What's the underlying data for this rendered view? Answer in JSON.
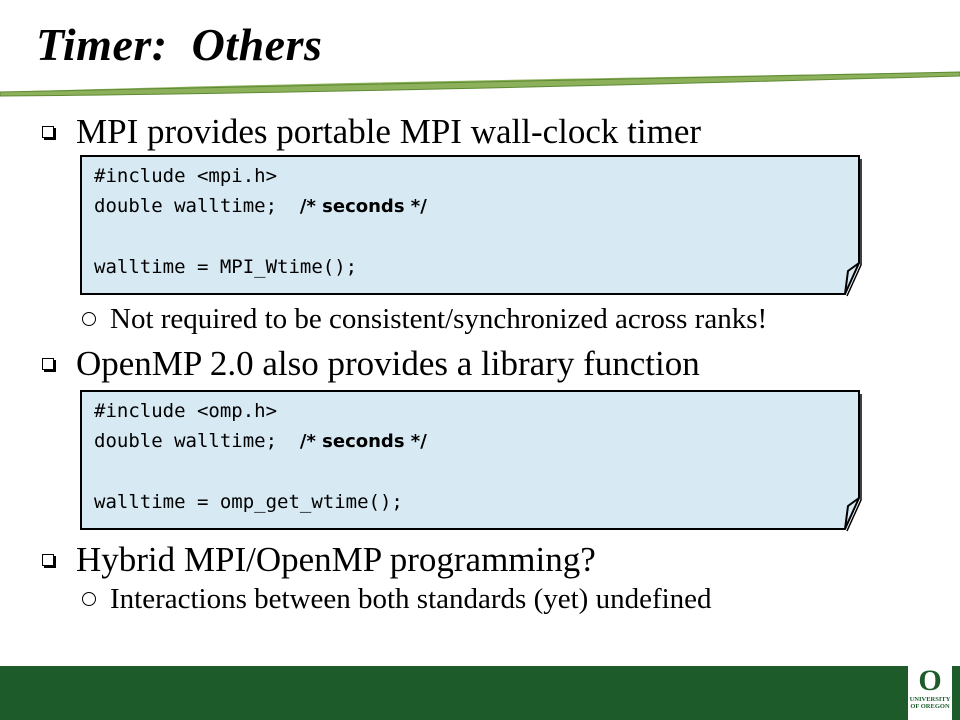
{
  "slide": {
    "title": "Timer:  Others"
  },
  "bullets": [
    {
      "text": "MPI provides portable MPI wall-clock timer",
      "code": {
        "line1": "#include <mpi.h>",
        "line2_code": "double walltime;  ",
        "line2_comment": "/* seconds */",
        "line3": "walltime = MPI_Wtime();"
      },
      "sub": "Not required to be consistent/synchronized across ranks!"
    },
    {
      "text": "OpenMP 2.0 also provides a library function",
      "code": {
        "line1": "#include <omp.h>",
        "line2_code": "double walltime;  ",
        "line2_comment": "/* seconds */",
        "line3": "walltime = omp_get_wtime();"
      }
    },
    {
      "text": "Hybrid MPI/OpenMP programming?",
      "sub": "Interactions between both standards (yet) undefined"
    }
  ],
  "logo": {
    "mark": "O",
    "line1": "UNIVERSITY",
    "line2": "OF OREGON"
  },
  "colors": {
    "footer": "#1d5c2a",
    "code_bg": "#d7e9f3",
    "swoosh": "#8db05a"
  }
}
